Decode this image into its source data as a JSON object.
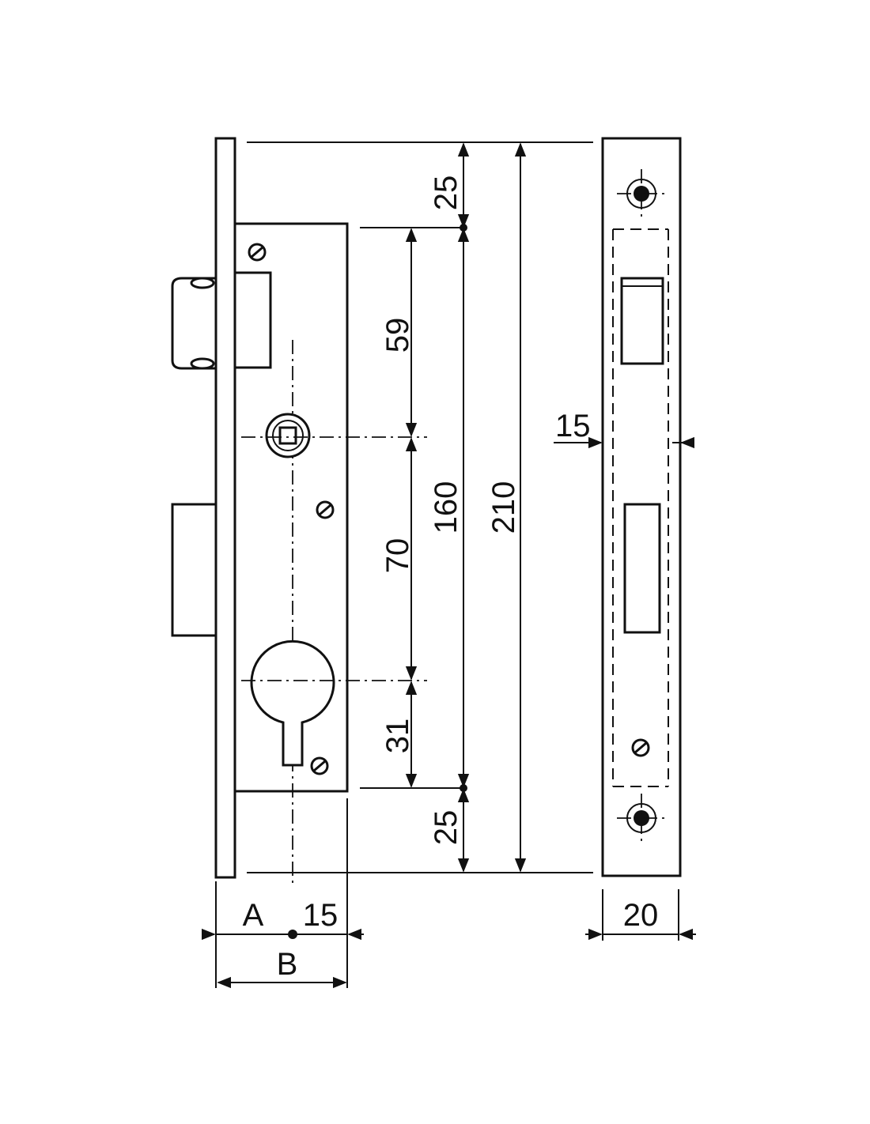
{
  "labels": {
    "top_offset": "25",
    "upper_segment": "59",
    "middle_segment": "70",
    "lower_segment": "31",
    "bottom_offset": "25",
    "inner_height": "160",
    "total_height": "210",
    "faceplate_inset": "15",
    "faceplate_width": "20",
    "backset_label": "A",
    "backset_offset": "15",
    "body_depth_label": "B"
  },
  "colors": {
    "line": "#111111",
    "background": "#ffffff"
  }
}
